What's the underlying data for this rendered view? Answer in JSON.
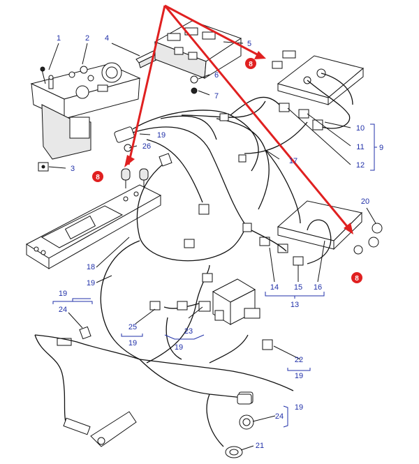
{
  "callouts": {
    "c1": "1",
    "c2": "2",
    "c3": "3",
    "c4": "4",
    "c5": "5",
    "c6": "6",
    "c7": "7",
    "c8a": "8",
    "c8b": "8",
    "c8c": "8",
    "c9": "9",
    "c10": "10",
    "c11": "11",
    "c12": "12",
    "c13": "13",
    "c14": "14",
    "c15": "15",
    "c16": "16",
    "c17": "17",
    "c18": "18",
    "c19a": "19",
    "c19b": "19",
    "c19c": "19",
    "c19d": "19",
    "c19e": "19",
    "c19f": "19",
    "c19g": "19",
    "c20": "20",
    "c21": "21",
    "c22": "22",
    "c23": "23",
    "c24a": "24",
    "c24b": "24",
    "c25": "25",
    "c26": "26"
  },
  "colors": {
    "callout_text": "#1f2fa8",
    "highlight": "#e02020",
    "line": "#111111"
  }
}
